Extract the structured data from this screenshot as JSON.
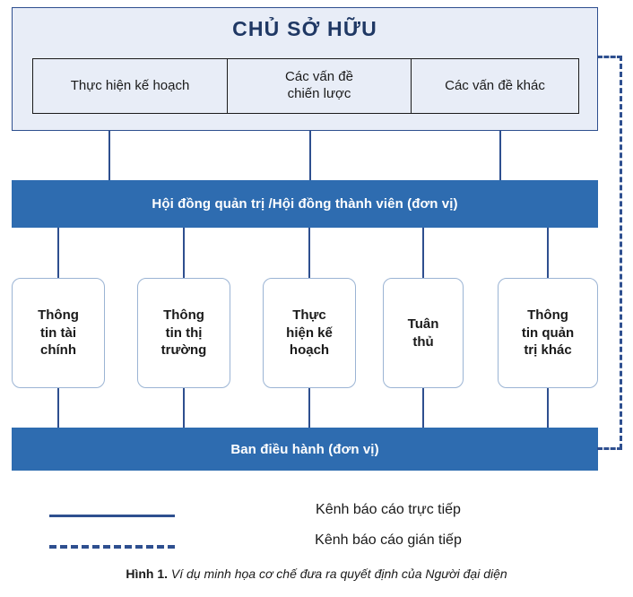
{
  "owner": {
    "title": "CHỦ SỞ HỮU",
    "subboxes": [
      "Thực hiện kế hoạch",
      "Các vấn đề\nchiến lược",
      "Các vấn đề khác"
    ]
  },
  "board": {
    "label": "Hội đồng quản trị /Hội đồng thành viên (đơn vị)"
  },
  "cards": [
    "Thông\ntin tài\nchính",
    "Thông\ntin thị\ntrường",
    "Thực\nhiện kế\nhoạch",
    "Tuân\nthủ",
    "Thông\ntin quản\ntrị khác"
  ],
  "executive": {
    "label": "Ban điều hành (đơn vị)"
  },
  "legend": [
    {
      "style": "solid",
      "label": "Kênh báo cáo trực tiếp"
    },
    {
      "style": "dashed",
      "label": "Kênh báo cáo gián tiếp"
    }
  ],
  "caption": {
    "prefix": "Hình 1.",
    "text": " Ví dụ minh họa cơ chế đưa ra quyết định của Người đại diện"
  },
  "colors": {
    "owner_fill": "#e8edf7",
    "owner_border": "#2e4f8f",
    "bar_fill": "#2e6cb0",
    "card_border": "#9bb4d4",
    "line": "#2e4f8f"
  }
}
